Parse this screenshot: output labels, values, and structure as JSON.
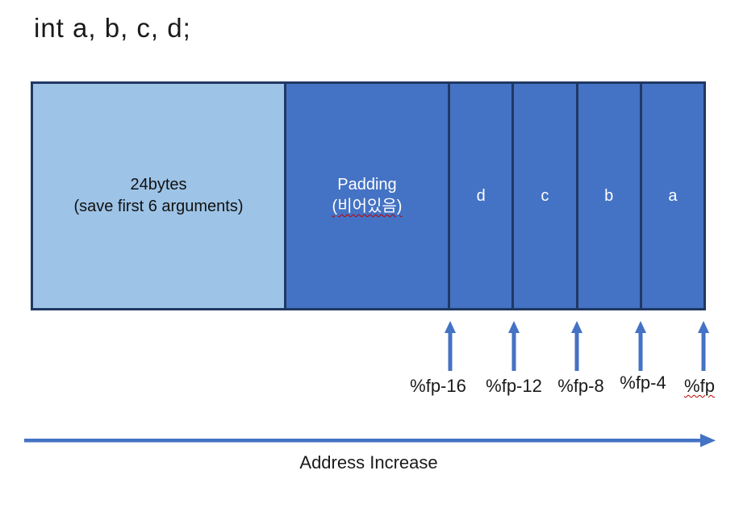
{
  "title": "int a, b, c, d;",
  "memory_box": {
    "sections": [
      {
        "id": "saved-arguments",
        "line1": "24bytes",
        "line2": "(save first 6 arguments)"
      },
      {
        "id": "padding",
        "line1": "Padding",
        "line2": "(비어있음)"
      },
      {
        "id": "var-d",
        "label": "d"
      },
      {
        "id": "var-c",
        "label": "c"
      },
      {
        "id": "var-b",
        "label": "b"
      },
      {
        "id": "var-a",
        "label": "a"
      }
    ]
  },
  "fp_labels": [
    "%fp-16",
    "%fp-12",
    "%fp-8",
    "%fp-4",
    "%fp"
  ],
  "address_axis_label": "Address Increase",
  "colors": {
    "light_blue_fill": "#9DC3E6",
    "blue_fill": "#4472C4",
    "box_border": "#203864",
    "arrow_blue": "#4472C4",
    "spellcheck_squiggle": "#C00000",
    "text_dark": "#1a1a1a",
    "text_white": "#ffffff"
  }
}
